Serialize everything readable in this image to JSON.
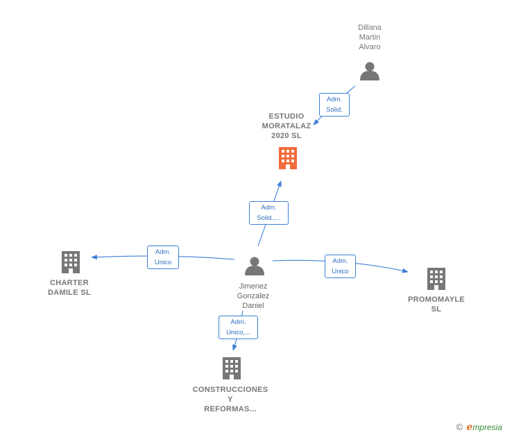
{
  "nodes": {
    "dillana": {
      "label": "Dillana\nMartin\nAlvaro",
      "kind": "person",
      "icon": "person-icon",
      "color": "#777777"
    },
    "estudio": {
      "label": "ESTUDIO\nMORATALAZ\n2020 SL",
      "kind": "company",
      "icon": "building-icon",
      "color": "#f26b3a"
    },
    "jimenez": {
      "label": "Jimenez\nGonzalez\nDaniel",
      "kind": "person",
      "icon": "person-icon",
      "color": "#777777"
    },
    "charter": {
      "label": "CHARTER\nDAMILE SL",
      "kind": "company",
      "icon": "building-icon",
      "color": "#777777"
    },
    "promomayle": {
      "label": "PROMOMAYLE\nSL",
      "kind": "company",
      "icon": "building-icon",
      "color": "#777777"
    },
    "construcciones": {
      "label": "CONSTRUCCIONES\nY\nREFORMAS...",
      "kind": "company",
      "icon": "building-icon",
      "color": "#777777"
    }
  },
  "edges": [
    {
      "from": "dillana",
      "to": "estudio",
      "label": "Adm.\nSolid."
    },
    {
      "from": "jimenez",
      "to": "estudio",
      "label": "Adm.\nSolid.,..."
    },
    {
      "from": "jimenez",
      "to": "charter",
      "label": "Adm.\nUnico"
    },
    {
      "from": "jimenez",
      "to": "promomayle",
      "label": "Adm.\nUnico"
    },
    {
      "from": "jimenez",
      "to": "construcciones",
      "label": "Adm.\nUnico,..."
    }
  ],
  "colors": {
    "edge": "#3d7fd6",
    "edge_label_text": "#2f6fc0",
    "focus": "#f26b3a",
    "node": "#777777"
  },
  "footer": {
    "copyright": "©",
    "brand_initial": "e",
    "brand_rest": "mpresia"
  }
}
